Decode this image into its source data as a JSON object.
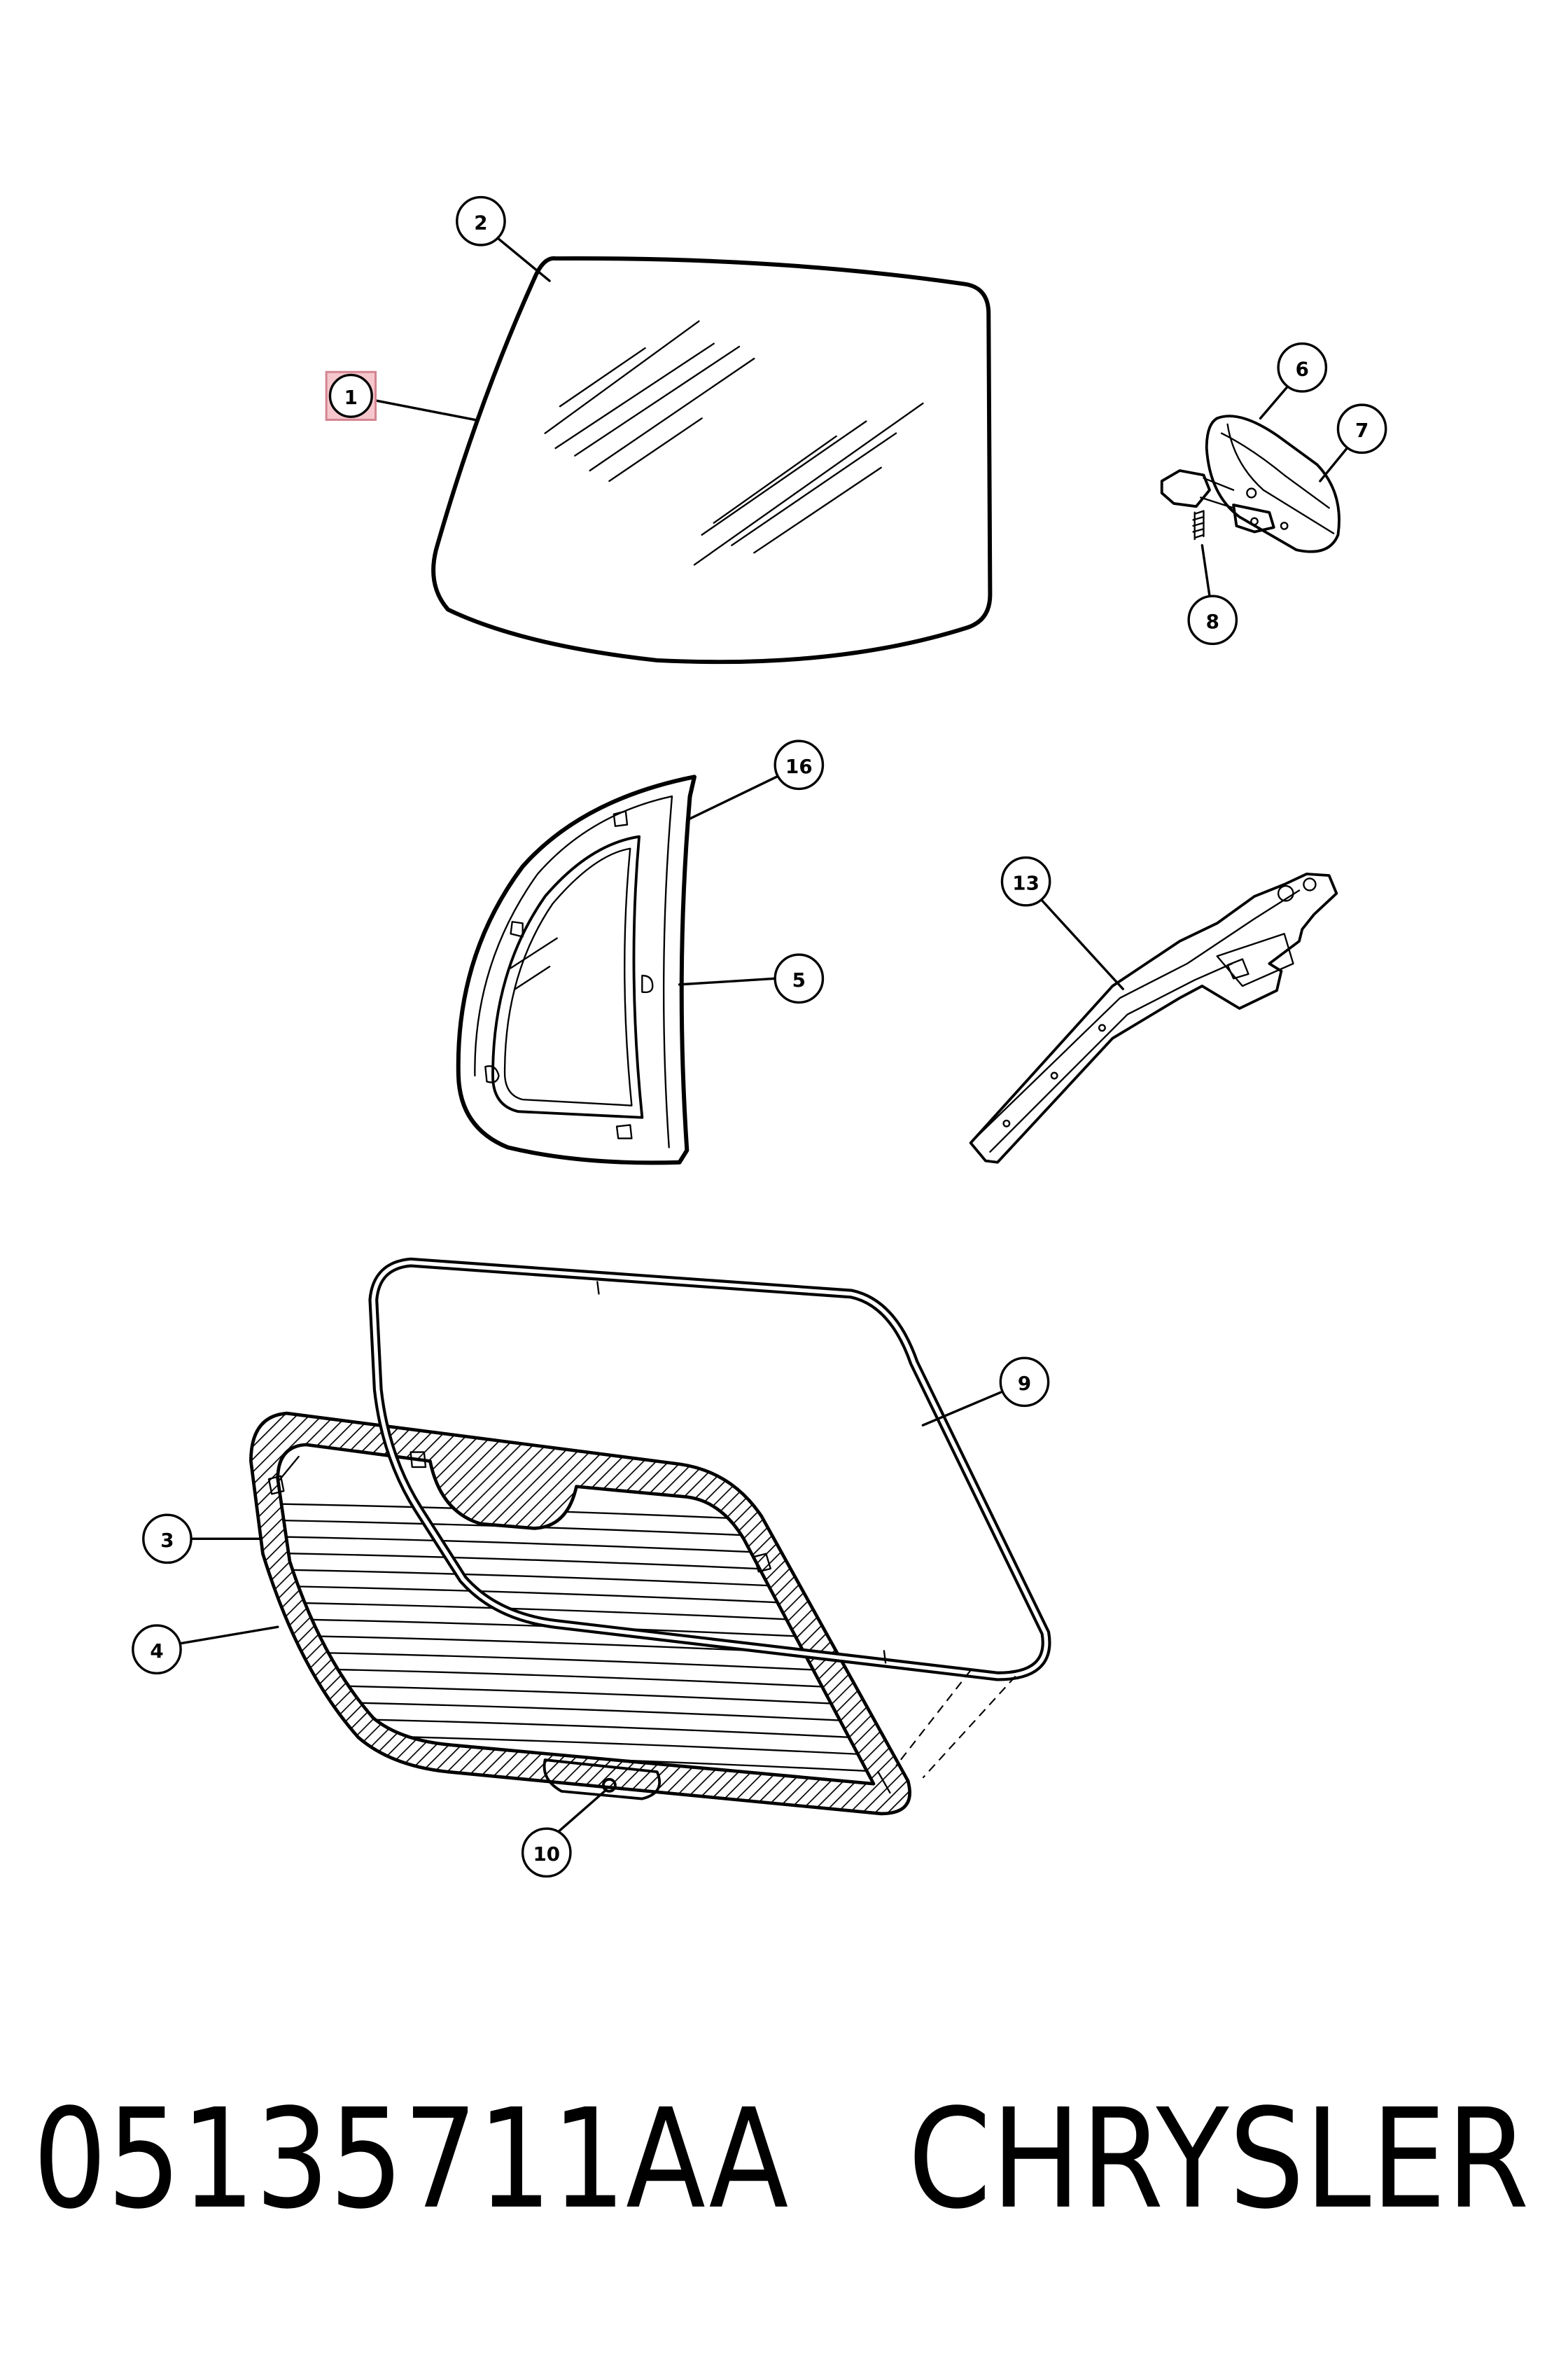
{
  "diagram": {
    "callouts": {
      "c1": "1",
      "c2": "2",
      "c3": "3",
      "c4": "4",
      "c5": "5",
      "c6": "6",
      "c7": "7",
      "c8": "8",
      "c9": "9",
      "c10": "10",
      "c13": "13",
      "c16": "16"
    },
    "selected_callout": "1"
  },
  "caption": {
    "part_number": "05135711AA",
    "brand": "CHRYSLER"
  },
  "colors": {
    "selection_fill": "#f5c7cd",
    "selection_border": "#d4848f",
    "ink": "#000000",
    "background": "#ffffff"
  }
}
